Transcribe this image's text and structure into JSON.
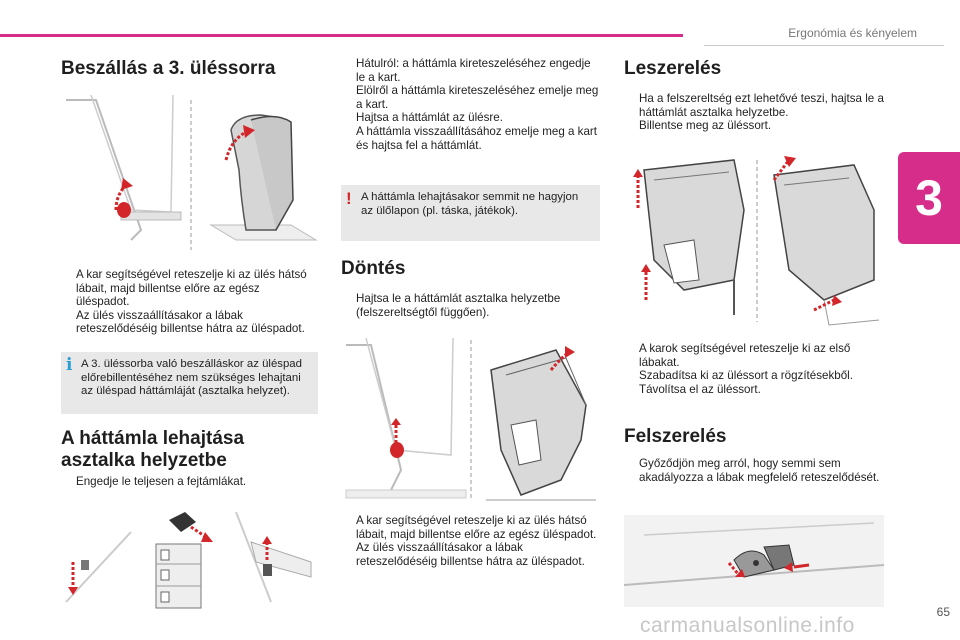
{
  "header": {
    "chapter_title": "Ergonómia és kényelem",
    "chapter_number": "3",
    "accent_color": "#d62d8a"
  },
  "col1": {
    "title": "Beszállás a 3. üléssorra",
    "bullets": [
      "A kar segítségével reteszelje ki az ülés hátsó lábait, majd billentse előre az egész üléspadot.",
      "Az ülés visszaállításakor a lábak reteszelődéséig billentse hátra az üléspadot."
    ],
    "info_note": "A 3. üléssorba való beszálláskor az üléspad előrebillentéséhez nem szükséges lehajtani az üléspad háttámláját (asztalka helyzet).",
    "section2_title_line1": "A háttámla lehajtása",
    "section2_title_line2": "asztalka helyzetbe",
    "section2_bullets": [
      "Engedje le teljesen a fejtámlákat."
    ]
  },
  "col2": {
    "bullets": [
      "Hátulról: a háttámla kireteszeléséhez engedje le a kart.",
      "Elölről a háttámla kireteszeléséhez emelje meg a kart.",
      "Hajtsa a háttámlát az ülésre.",
      "A háttámla visszaállításához emelje meg a kart és hajtsa fel a háttámlát."
    ],
    "warning_note": "A háttámla lehajtásakor semmit ne hagyjon az ülőlapon (pl. táska, játékok).",
    "section_title": "Döntés",
    "section_bullets": [
      "Hajtsa le a háttámlát asztalka helyzetbe (felszereltségtől függően)."
    ],
    "bottom_bullets": [
      "A kar segítségével reteszelje ki az ülés hátsó lábait, majd billentse előre az egész üléspadot.",
      "Az ülés visszaállításakor a lábak reteszelődéséig billentse hátra az üléspadot."
    ]
  },
  "col3": {
    "title": "Leszerelés",
    "bullets": [
      "Ha a felszereltség ezt lehetővé teszi, hajtsa le a háttámlát asztalka helyzetbe.",
      "Billentse meg az üléssort."
    ],
    "bullets2": [
      "A karok segítségével reteszelje ki az első lábakat.",
      "Szabadítsa ki az üléssort a rögzítésekből.",
      "Távolítsa el az üléssort."
    ],
    "section_title": "Felszerelés",
    "section_bullets": [
      "Győződjön meg arról, hogy semmi sem akadályozza a lábak megfelelő reteszelődését."
    ]
  },
  "bullet_marker": "",
  "info_icon": "i",
  "warn_icon": "!",
  "footer": {
    "page_number": "65",
    "watermark": "carmanualsonline.info"
  }
}
